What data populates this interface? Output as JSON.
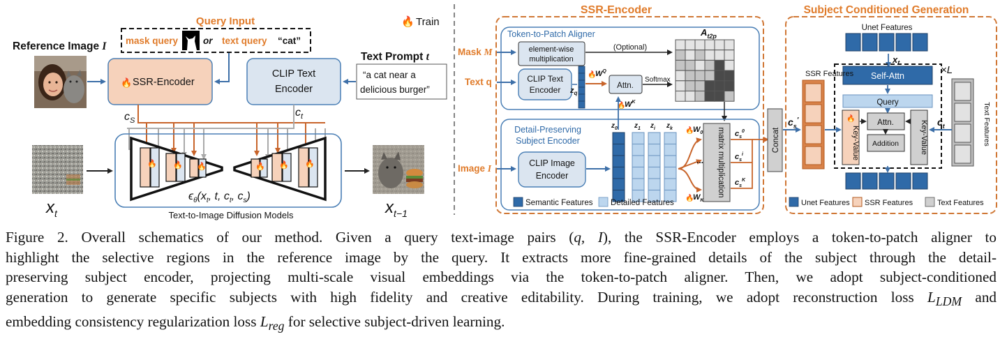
{
  "figure": {
    "left": {
      "query_input_title": "Query Input",
      "mask_query": "mask query",
      "or_text_query": "or",
      "text_query": "text query",
      "cat": "“cat”",
      "train_legend": "Train",
      "reference_image": "Reference Image",
      "reference_image_var": "I",
      "ssr_encoder": "SSR-Encoder",
      "clip_text_encoder_1": "CLIP Text",
      "clip_text_encoder_2": "Encoder",
      "text_prompt": "Text Prompt",
      "text_prompt_var": "t",
      "prompt_line1": "“a cat near a",
      "prompt_line2": "delicious burger”",
      "cs": "c",
      "cs_sub": "S",
      "ct": "c",
      "ct_sub": "t",
      "epsilon_label": "ϵ",
      "epsilon_args": "(x",
      "epsilon_rest": ", t, c",
      "diffusion_caption": "Text-to-Image Diffusion Models",
      "xt": "x",
      "xt_sub": "t",
      "xt1": "x",
      "xt1_sub": "t−1"
    },
    "middle": {
      "title": "SSR-Encoder",
      "aligner_title": "Token-to-Patch Aligner",
      "mask_label": "Mask",
      "mask_var": "M",
      "text_label": "Text q",
      "image_label": "Image",
      "image_var": "I",
      "elementwise_1": "element-wise",
      "elementwise_2": "multiplication",
      "optional": "(Optional)",
      "clip_text_1": "CLIP Text",
      "clip_text_2": "Encoder",
      "zq": "z",
      "zq_sub": "q",
      "wq": "W",
      "wq_sup": "Q",
      "wk": "W",
      "wk_sup": "K",
      "attn": "Attn.",
      "softmax": "Softmax",
      "a_t2p": "A",
      "a_t2p_sub": "t2p",
      "detail_title_1": "Detail-Preserving",
      "detail_title_2": "Subject Encoder",
      "clip_image_1": "CLIP Image",
      "clip_image_2": "Encoder",
      "z0": "z",
      "z0_sub": "0",
      "z1": "z",
      "z1_sub": "1",
      "zi": "z",
      "zi_sub": "i",
      "zk": "z",
      "zk_sub": "k",
      "w0v": "W",
      "w0v_sup": "V",
      "w0v_sub": "0",
      "wkv": "W",
      "wkv_sup": "V",
      "wkv_sub": "K",
      "dots": "...",
      "matrix_mult": "matrix multiplication",
      "cs0": "c",
      "cs0_sup": "0",
      "csi": "c",
      "csi_sup": "i",
      "csk": "c",
      "csk_sup": "K",
      "legend_semantic": "Semantic Features",
      "legend_detailed": "Detailed Features",
      "concat": "Concat"
    },
    "right": {
      "title": "Subject Conditioned Generation",
      "unet_features_top": "Unet Features",
      "xt": "x",
      "xt_sub": "t",
      "times_l": "×L",
      "ssr_features": "SSR Features",
      "self_attn": "Self-Attn",
      "query": "Query",
      "attn": "Attn.",
      "addition": "Addition",
      "key_value_left": "Key-Value",
      "key_value_right": "Key-Value",
      "cs_prime": "c",
      "cs_prime_sub": "s",
      "cs_prime_sup": "′",
      "ct": "c",
      "ct_sub": "t",
      "text_features_side": "Text Features",
      "legend_unet": "Unet Features",
      "legend_ssr": "SSR Features",
      "legend_text": "Text Features"
    },
    "colors": {
      "orange": "#e07b2a",
      "blue_border": "#4a7fb5",
      "dark_blue": "#2f6aa8",
      "light_blue": "#bcd6ee",
      "ssr_fill": "#f6d2bb",
      "clip_fill": "#dbe5f0",
      "gray_fill": "#d0d0d0",
      "dark_orange_border": "#b35a1f"
    }
  },
  "caption": {
    "line1_a": "Figure 2. Overall schematics of our method. Given a query text-image pairs ",
    "line1_math": "(q, I)",
    "line1_b": ", the SSR-Encoder employs a token-to-patch aligner to",
    "line2": "highlight the selective regions in the reference image by the query. It extracts more fine-grained details of the subject through the detail-",
    "line3": "preserving subject encoder, projecting multi-scale visual embeddings via the token-to-patch aligner. Then, we adopt subject-conditioned",
    "line4_a": "generation to generate specific subjects with high fidelity and creative editability. During training, we adopt reconstruction loss ",
    "line4_math": "L",
    "line4_math_sub": "LDM",
    "line4_b": " and",
    "line5_a": "embedding consistency regularization loss ",
    "line5_math": "L",
    "line5_math_sub": "reg",
    "line5_b": " for selective subject-driven learning."
  }
}
